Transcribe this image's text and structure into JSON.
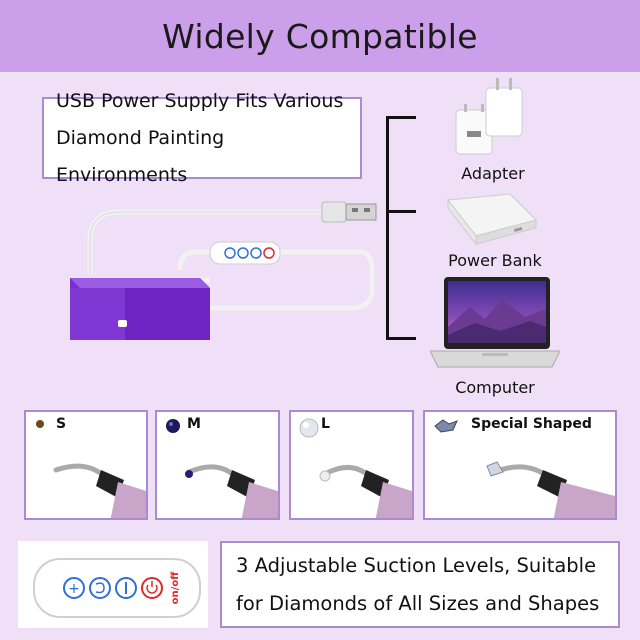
{
  "header": {
    "title": "Widely Compatible"
  },
  "usb_box": {
    "line1": "USB Power Supply Fits Various",
    "line2": "Diamond Painting Environments"
  },
  "devices": [
    {
      "label": "Adapter",
      "icon": "adapter-icon"
    },
    {
      "label": "Power Bank",
      "icon": "power-bank-icon"
    },
    {
      "label": "Computer",
      "icon": "laptop-icon"
    }
  ],
  "tips": [
    {
      "size": "S",
      "icon": "small-diamond-icon"
    },
    {
      "size": "M",
      "icon": "medium-diamond-icon"
    },
    {
      "size": "L",
      "icon": "large-diamond-icon"
    },
    {
      "size": "Special Shaped",
      "icon": "special-shaped-diamond-icon"
    }
  ],
  "controller": {
    "switch_label": "on/off"
  },
  "suction_box": {
    "line1": "3 Adjustable Suction Levels, Suitable",
    "line2": "for Diamonds of All Sizes and Shapes"
  },
  "colors": {
    "header_bg": "#cc9fea",
    "page_bg": "#efe0f7",
    "border": "#a98bd0",
    "device_purple": "#7a2fd0",
    "button_blue": "#2f6fd6",
    "power_red": "#e02828"
  }
}
